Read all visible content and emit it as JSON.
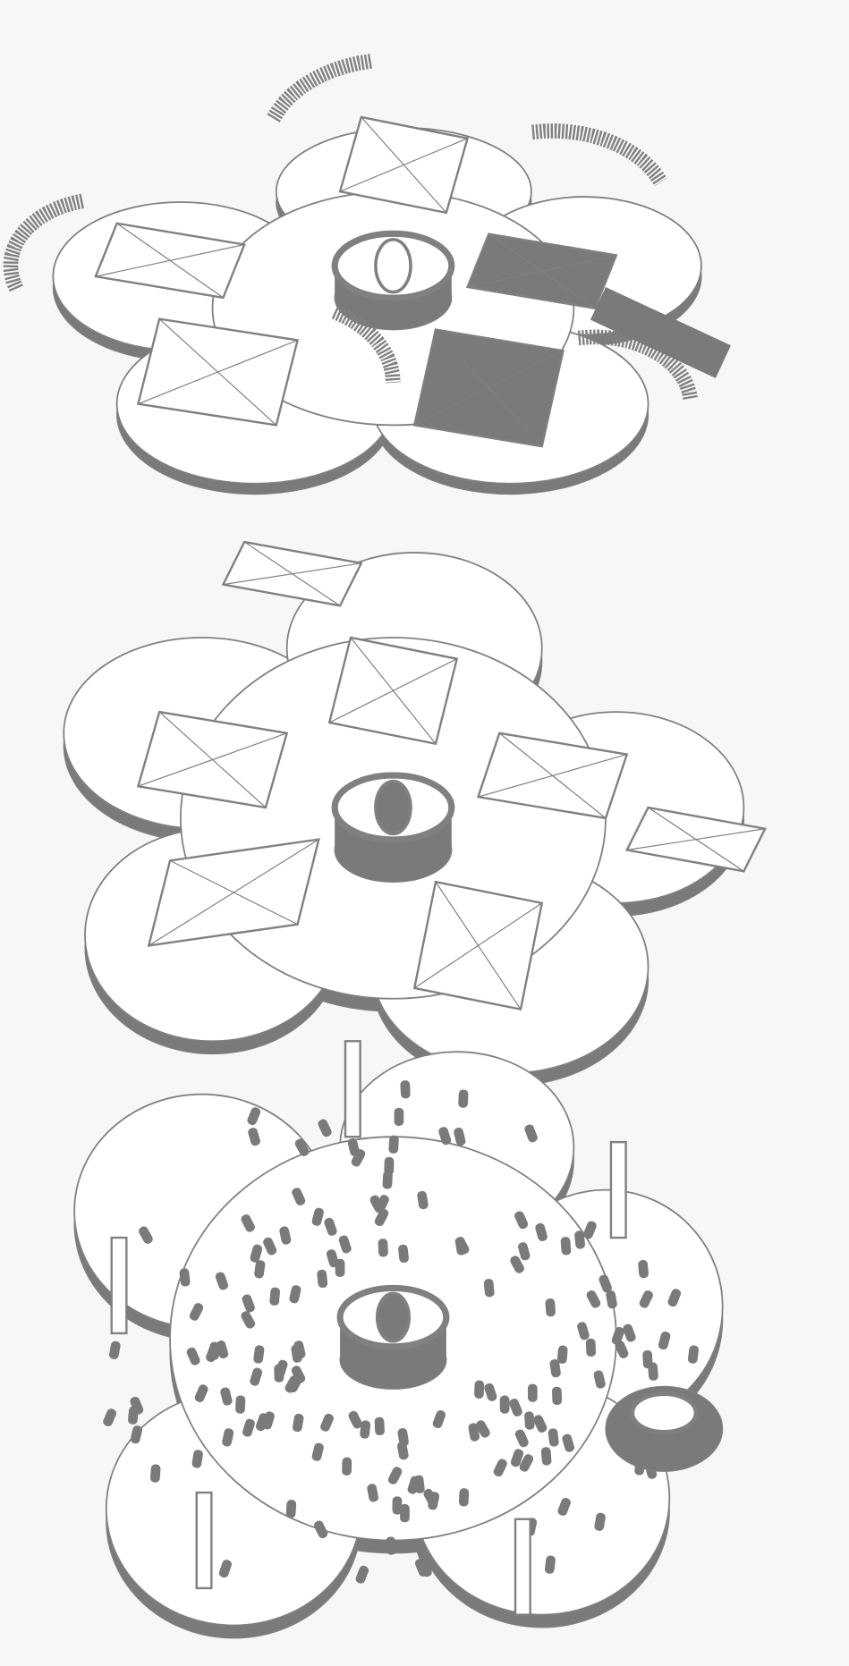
{
  "colors": {
    "background": "#f7f7f7",
    "line": "#808080",
    "fill": "#ffffff",
    "dark": "#7a7a7a"
  },
  "icons": [
    "axonometric-floor-plan-top",
    "axonometric-floor-plan-middle",
    "axonometric-floor-plan-bottom"
  ]
}
